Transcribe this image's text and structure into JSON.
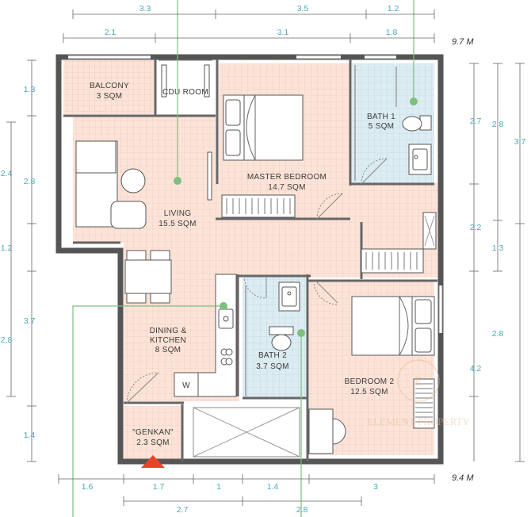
{
  "rooms": {
    "balcony": {
      "name": "BALCONY",
      "area": "3 SQM"
    },
    "cdu": {
      "name": "CDU ROOM"
    },
    "master": {
      "name": "MASTER BEDROOM",
      "area": "14.7 SQM"
    },
    "bath1": {
      "name": "BATH 1",
      "area": "5 SQM"
    },
    "living": {
      "name": "LIVING",
      "area": "15.5 SQM"
    },
    "dining": {
      "name": "DINING &",
      "name2": "KITCHEN",
      "area": "8 SQM"
    },
    "bath2": {
      "name": "BATH 2",
      "area": "3.7 SQM"
    },
    "bedroom2": {
      "name": "BEDROOM 2",
      "area": "12.5 SQM"
    },
    "genkan": {
      "name": "\"GENKAN\"",
      "area": "2.3 SQM"
    },
    "washer": {
      "name": "W"
    }
  },
  "dims": {
    "top1": [
      "3.3",
      "3.5",
      "1.2"
    ],
    "top2": [
      "2.1",
      "3.1",
      "1.8"
    ],
    "total_width_top": "9.7 M",
    "left1": [
      "1.3",
      "2.4",
      "1.2",
      "3.7",
      "1.4"
    ],
    "left2": [
      "2.8",
      "2.8"
    ],
    "right1": [
      "2.7",
      "2.2",
      "2.8"
    ],
    "right2": [
      "2.8",
      "1.3"
    ],
    "right3": [
      "3.7",
      "4.2"
    ],
    "bottom1": [
      "1.6",
      "1.7",
      "1",
      "1.4",
      "3"
    ],
    "bottom2": [
      "2.7",
      "2.8"
    ],
    "total_width_bottom": "9.4 M"
  },
  "watermark": "ELEMENT PROPERTY",
  "colors": {
    "room": "#fbe3d8",
    "bath": "#dcecf2",
    "wall": "#555555",
    "dim": "#4aa9b8",
    "marker": "#7dbf7d",
    "entry": "#e8432a"
  }
}
